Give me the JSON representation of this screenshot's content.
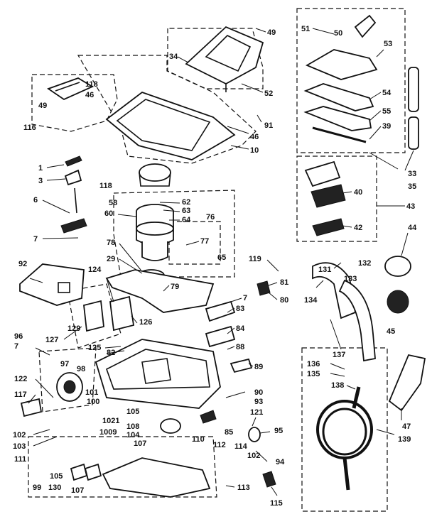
{
  "diagram": {
    "callouts": {
      "c49a": "49",
      "c34": "34",
      "c52": "52",
      "c91": "91",
      "c46a": "46",
      "c10": "10",
      "c118a": "118",
      "c46b": "46",
      "c49b": "49",
      "c116": "116",
      "c1": "1",
      "c3": "3",
      "c6": "6",
      "c7a": "7",
      "c118b": "118",
      "c58": "58",
      "c60": "60",
      "c62": "62",
      "c63": "63",
      "c64": "64",
      "c76": "76",
      "c77": "77",
      "c65": "65",
      "c78": "78",
      "c29": "29",
      "c79": "79",
      "c92": "92",
      "c124": "124",
      "c126": "126",
      "c127": "127",
      "c129": "129",
      "c125": "125",
      "c82": "82",
      "c119": "119",
      "c81": "81",
      "c80": "80",
      "c7b": "7",
      "c83": "83",
      "c84": "84",
      "c88": "88",
      "c89": "89",
      "c96": "96",
      "c7c": "7",
      "c97": "97",
      "c98": "98",
      "c122": "122",
      "c117": "117",
      "c101a": "101",
      "c100": "100",
      "c105a": "105",
      "c1021": "1021",
      "c108": "108",
      "c104": "104",
      "c1009": "1009",
      "c107a": "107",
      "c102a": "102",
      "c103": "103",
      "c90": "90",
      "c93": "93",
      "c121": "121",
      "c85": "85",
      "c95": "95",
      "c110": "110",
      "c112": "112",
      "c114": "114",
      "c102b": "102",
      "c94": "94",
      "c111": "111",
      "c105b": "105",
      "c99": "99",
      "c130": "130",
      "c107b": "107",
      "c113": "113",
      "c115": "115",
      "c51": "51",
      "c50": "50",
      "c53": "53",
      "c54": "54",
      "c55": "55",
      "c39": "39",
      "c33": "33",
      "c35": "35",
      "c40": "40",
      "c43": "43",
      "c42": "42",
      "c44": "44",
      "c45": "45",
      "c131": "131",
      "c132": "132",
      "c133": "133",
      "c134": "134",
      "c137": "137",
      "c136": "136",
      "c135": "135",
      "c138": "138",
      "c47": "47",
      "c139": "139"
    }
  }
}
